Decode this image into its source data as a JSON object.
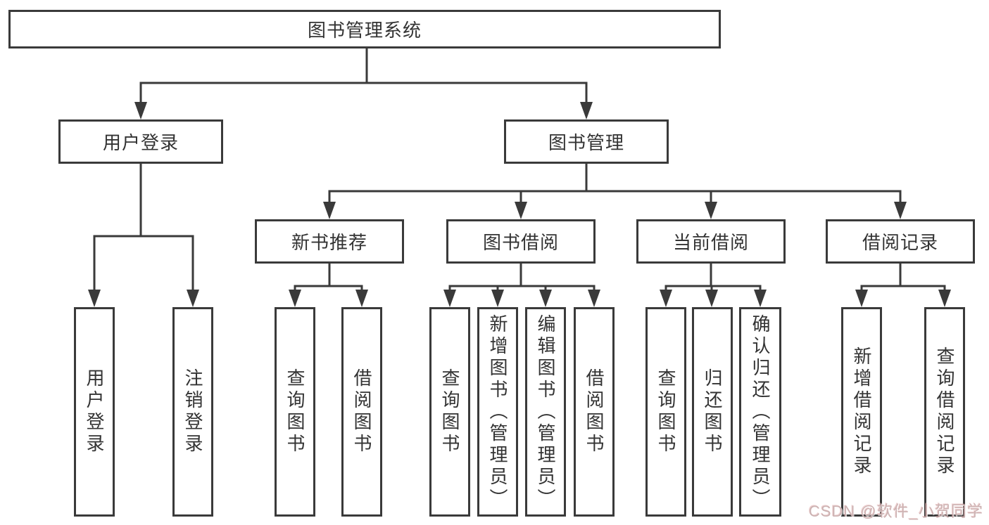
{
  "diagram": {
    "type": "tree",
    "root": {
      "label": "图书管理系统",
      "children": [
        {
          "label": "用户登录",
          "children": [
            {
              "label": "用户登录"
            },
            {
              "label": "注销登录"
            }
          ]
        },
        {
          "label": "图书管理",
          "children": [
            {
              "label": "新书推荐",
              "children": [
                {
                  "label": "查询图书"
                },
                {
                  "label": "借阅图书"
                }
              ]
            },
            {
              "label": "图书借阅",
              "children": [
                {
                  "label": "查询图书"
                },
                {
                  "label": "新增图书（管理员）"
                },
                {
                  "label": "编辑图书（管理员）"
                },
                {
                  "label": "借阅图书"
                }
              ]
            },
            {
              "label": "当前借阅",
              "children": [
                {
                  "label": "查询图书"
                },
                {
                  "label": "归还图书"
                },
                {
                  "label": "确认归还（管理员）"
                }
              ]
            },
            {
              "label": "借阅记录",
              "children": [
                {
                  "label": "新增借阅记录"
                },
                {
                  "label": "查询借阅记录"
                }
              ]
            }
          ]
        }
      ]
    }
  },
  "watermark": {
    "text": "CSDN @软件_小贺同学"
  },
  "colors": {
    "line": "#3a3a3a",
    "box_border": "#3a3a3a",
    "text": "#333333",
    "watermark": "#ccb2b2",
    "background": "#ffffff"
  }
}
